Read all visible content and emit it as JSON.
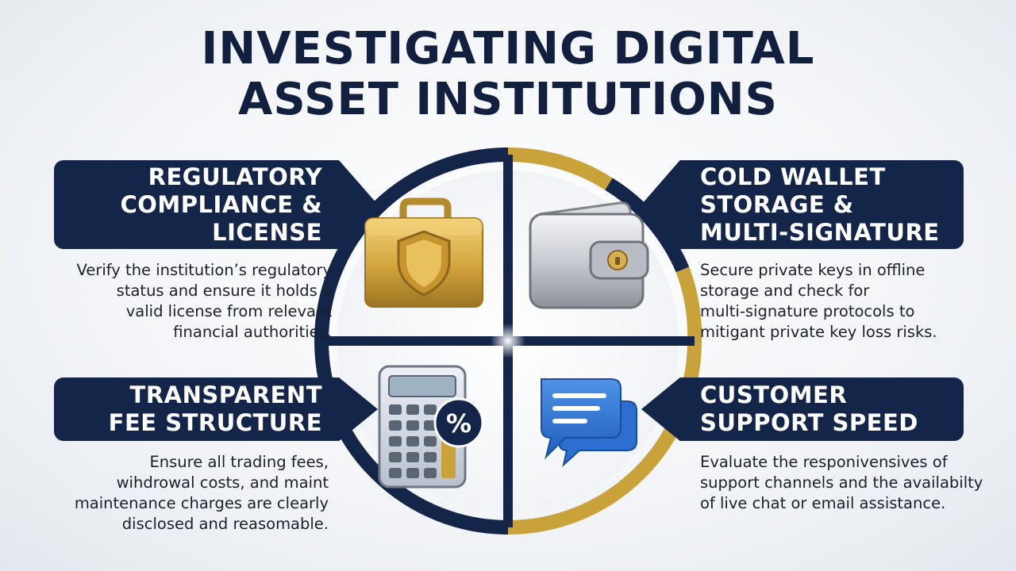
{
  "title_lines": [
    "INVESTIGATING DIGITAL",
    "ASSET INSTITUTIONS"
  ],
  "colors": {
    "navy": "#13264a",
    "gold": "#c9a23a",
    "background": "#f3f5f8"
  },
  "sections": [
    {
      "heading_lines": [
        "REGULATORY",
        "COMPLIANCE &",
        "LICENSE"
      ],
      "icon": "briefcase-shield-icon",
      "description_lines": [
        "Verify the institution’s regulatory",
        "status and ensure it holds a",
        "valid license from relevant",
        "financial authorities."
      ]
    },
    {
      "heading_lines": [
        "COLD WALLET",
        "STORAGE &",
        "MULTI-SIGNATURE"
      ],
      "icon": "wallet-icon",
      "description_lines": [
        "Secure private keys in offline",
        "storage and check for",
        "multi-signature protocols to",
        "mitigant private key loss risks."
      ]
    },
    {
      "heading_lines": [
        "TRANSPARENT",
        "FEE STRUCTURE"
      ],
      "icon": "calculator-percent-icon",
      "percent_symbol": "%",
      "description_lines": [
        "Ensure all trading fees,",
        "wihdrowal costs, and maint",
        "maintenance charges are clearly",
        "disclosed and reasomable."
      ]
    },
    {
      "heading_lines": [
        "CUSTOMER",
        "SUPPORT SPEED"
      ],
      "icon": "chat-bubbles-icon",
      "description_lines": [
        "Evaluate the responivensives of",
        "support channels and the availabilty",
        "of live chat or email assistance."
      ]
    }
  ]
}
